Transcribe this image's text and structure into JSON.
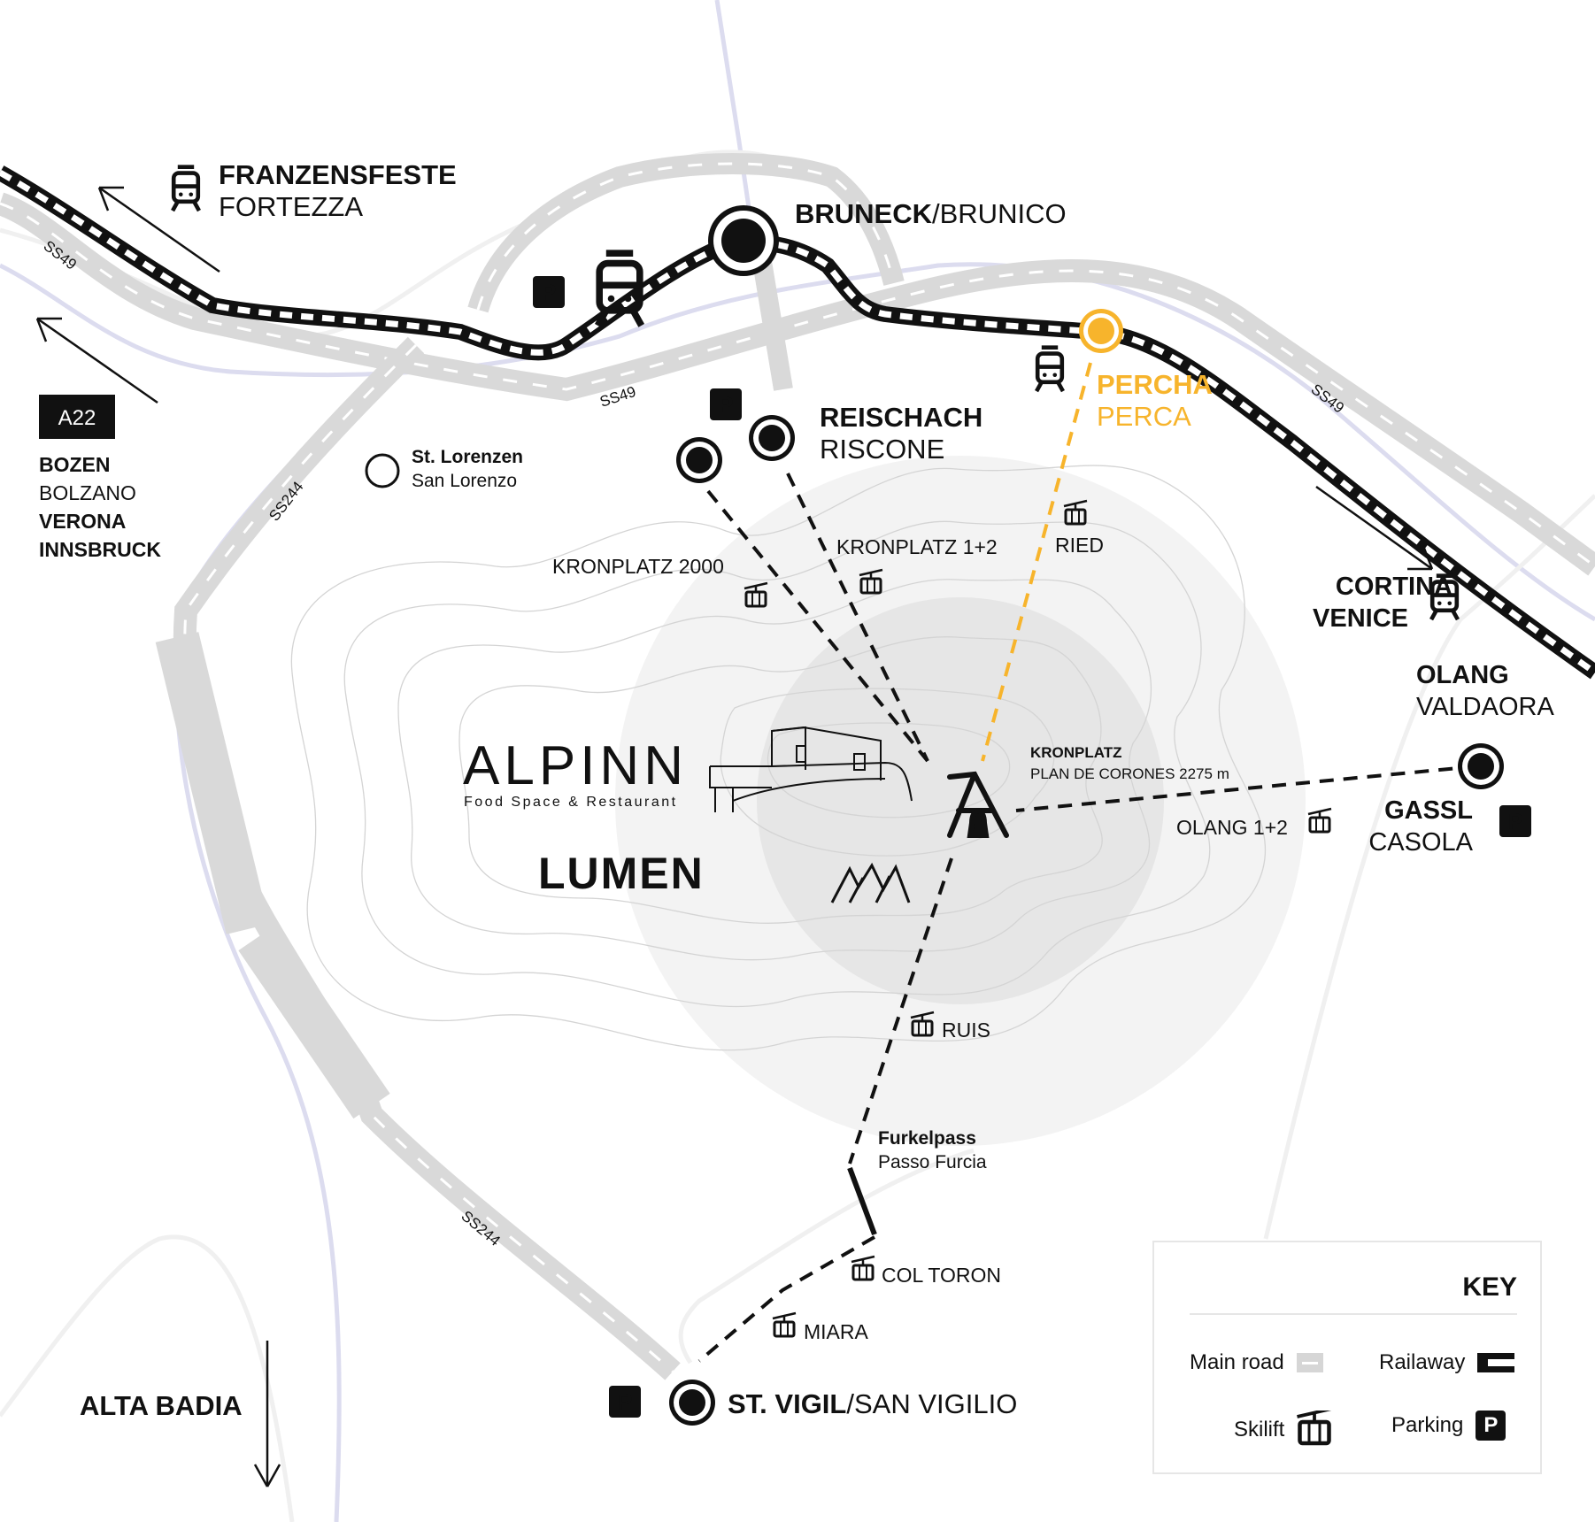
{
  "colors": {
    "accent": "#f7b42c",
    "ink": "#111111",
    "road": "#d9d9d9",
    "river": "#dcdcef"
  },
  "places": {
    "franzensfeste": {
      "de": "FRANZENSFESTE",
      "it": "FORTEZZA"
    },
    "bruneck": {
      "de": "BRUNECK",
      "it": "/BRUNICO"
    },
    "percha": {
      "de": "PERCHA",
      "it": "PERCA"
    },
    "reischach": {
      "de": "REISCHACH",
      "it": "RISCONE"
    },
    "st_lorenzen": {
      "de": "St. Lorenzen",
      "it": "San Lorenzo"
    },
    "cortina": {
      "line1": "CORTINA",
      "line2": "VENICE"
    },
    "olang": {
      "de": "OLANG",
      "it": "VALDAORA"
    },
    "gassl": {
      "de": "GASSL",
      "it": "CASOLA"
    },
    "st_vigil": {
      "de": "ST. VIGIL",
      "it": "/SAN VIGILIO"
    },
    "kronplatz": {
      "de": "KRONPLATZ",
      "it": "PLAN DE CORONES 2275 m"
    },
    "furkelpass": {
      "de": "Furkelpass",
      "it": "Passo Furcia"
    },
    "alta_badia": "ALTA BADIA"
  },
  "a22": {
    "badge": "A22",
    "dest1": "BOZEN",
    "dest2": "BOLZANO",
    "dest3": "VERONA",
    "dest4": "INNSBRUCK"
  },
  "roads": {
    "ss49_a": "SS49",
    "ss49_b": "SS49",
    "ss49_c": "SS49",
    "ss244_a": "SS244",
    "ss244_b": "SS244"
  },
  "lifts": {
    "kronplatz2000": "KRONPLATZ 2000",
    "kronplatz12": "KRONPLATZ 1+2",
    "ried": "RIED",
    "olang12": "OLANG 1+2",
    "ruis": "RUIS",
    "col_toron": "COL TORON",
    "miara": "MIARA"
  },
  "brands": {
    "alpinn": "ALPINN",
    "alpinn_sub": "Food Space & Restaurant",
    "lumen": "LUMEN"
  },
  "parking_symbol": "P",
  "key": {
    "title": "KEY",
    "main_road": "Main road",
    "railway": "Railaway",
    "skilift": "Skilift",
    "parking": "Parking"
  }
}
